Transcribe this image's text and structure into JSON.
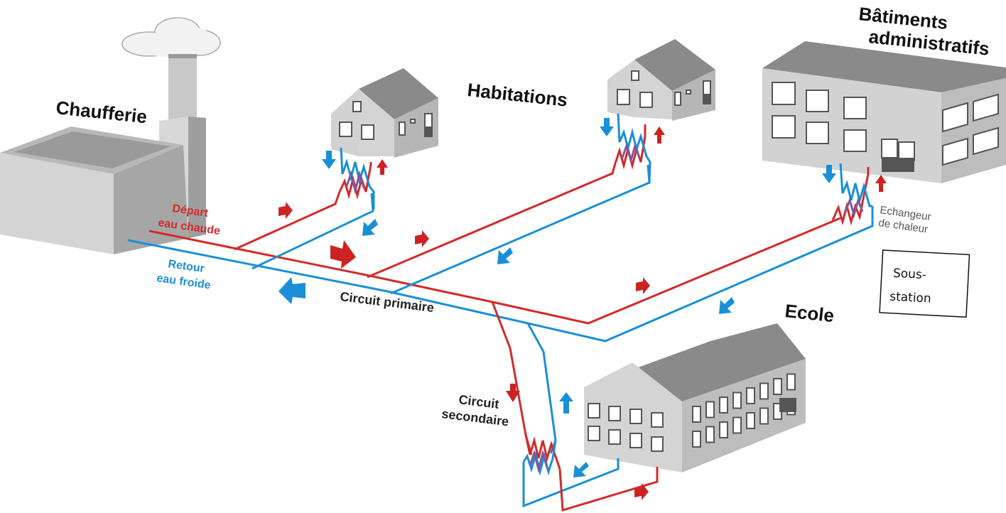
{
  "diagram": {
    "title": "Réseau de chaleur",
    "labels": {
      "chaufferie": "Chaufferie",
      "habitations": "Habitations",
      "batiments_line1": "Bâtiments",
      "batiments_line2": "administratifs",
      "ecole": "Ecole",
      "depart_line1": "Départ",
      "depart_line2": "eau chaude",
      "retour_line1": "Retour",
      "retour_line2": "eau froide",
      "circuit_primaire": "Circuit primaire",
      "circuit_secondaire_line1": "Circuit",
      "circuit_secondaire_line2": "secondaire",
      "echangeur_line1": "Echangeur",
      "echangeur_line2": "de chaleur",
      "sous_station_line1": "Sous-",
      "sous_station_line2": "station"
    },
    "colors": {
      "hot_pipe": "#d42a2a",
      "cold_pipe": "#1a8fd8",
      "exchanger_mix": "#7a5a9a",
      "building_gray": "#d6d6d6"
    },
    "nodes": [
      {
        "id": "chaufferie",
        "type": "boiler-plant"
      },
      {
        "id": "habitation-1",
        "type": "house"
      },
      {
        "id": "habitation-2",
        "type": "house"
      },
      {
        "id": "batiments-administratifs",
        "type": "office-building"
      },
      {
        "id": "ecole",
        "type": "school"
      }
    ],
    "edges": [
      {
        "from": "chaufferie",
        "to": "habitation-1",
        "flow": "hot-out / cold-return"
      },
      {
        "from": "chaufferie",
        "to": "habitation-2",
        "flow": "hot-out / cold-return"
      },
      {
        "from": "chaufferie",
        "to": "batiments-administratifs",
        "flow": "hot-out / cold-return"
      },
      {
        "from": "chaufferie",
        "to": "ecole",
        "flow": "hot-out / cold-return via sous-station"
      }
    ]
  }
}
